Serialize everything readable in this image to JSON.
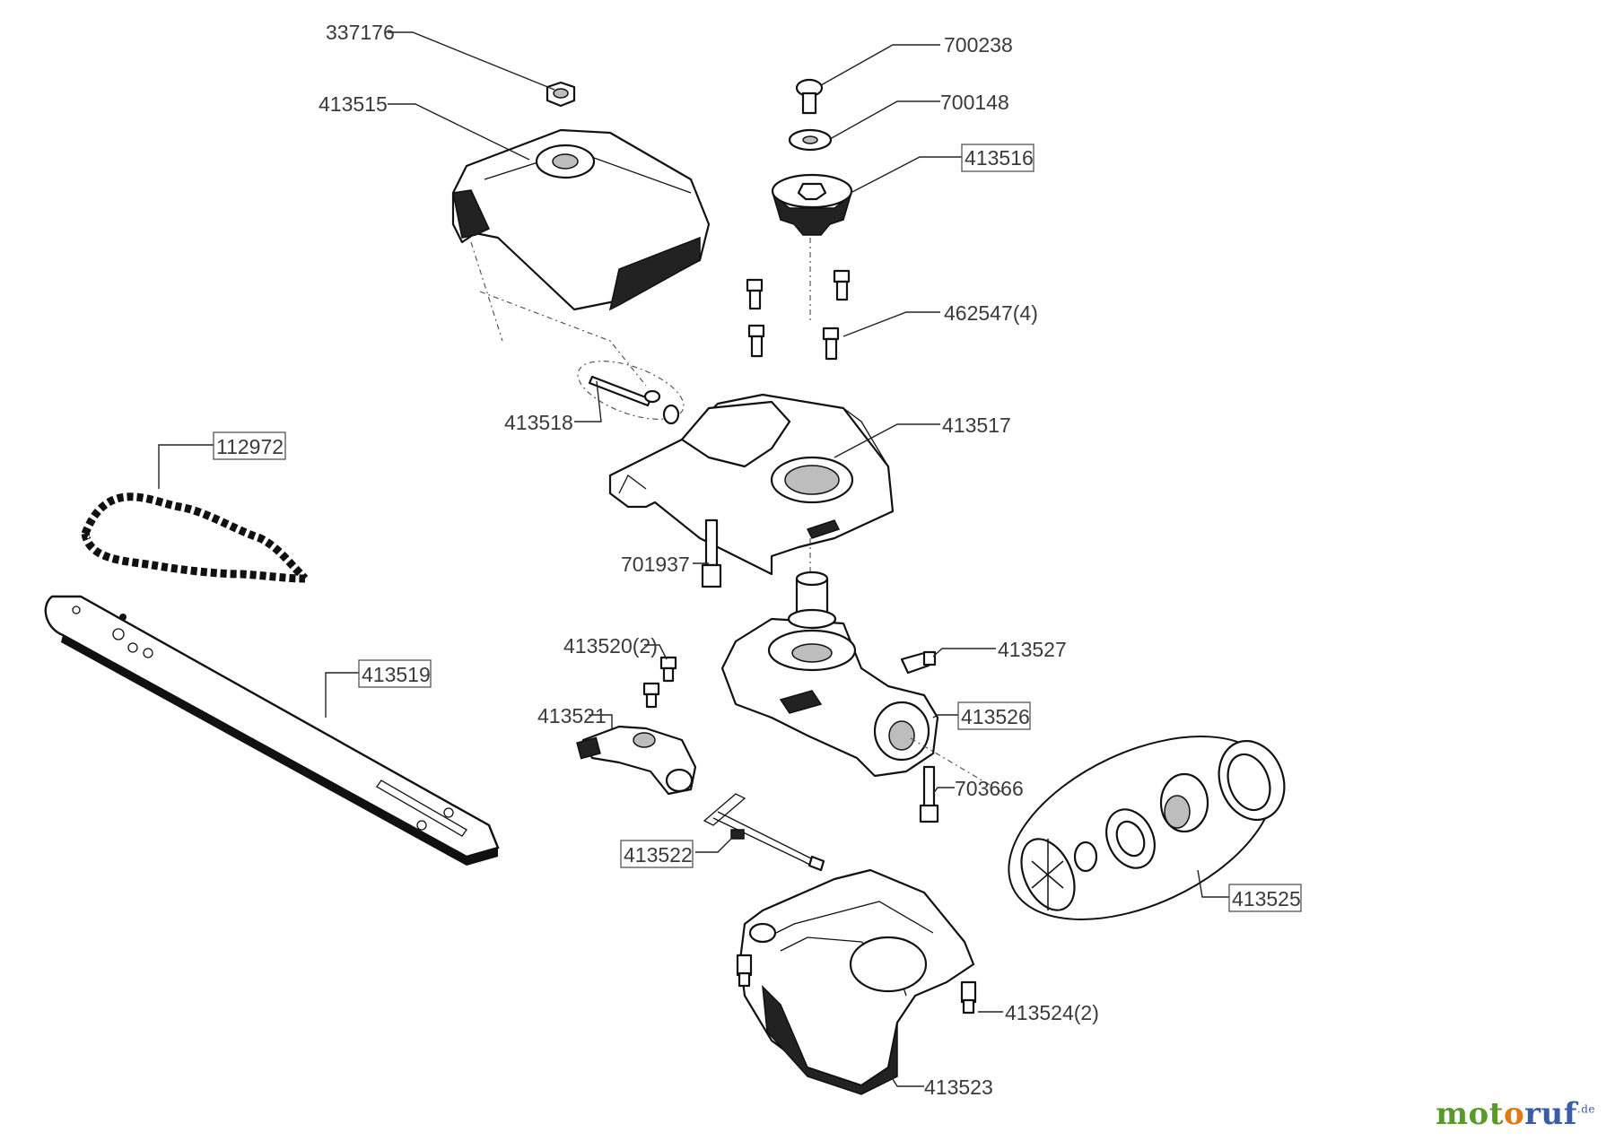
{
  "labels": {
    "p337176": "337176",
    "p413515": "413515",
    "p700238": "700238",
    "p700148": "700148",
    "p413516": "413516",
    "p462547": "462547(4)",
    "p413518": "413518",
    "p413517": "413517",
    "p112972": "112972",
    "p701937": "701937",
    "p413520": "413520(2)",
    "p413527": "413527",
    "p413519": "413519",
    "p413521": "413521",
    "p413526": "413526",
    "p703666": "703666",
    "p413522": "413522",
    "p413525": "413525",
    "p413524": "413524(2)",
    "p413523": "413523"
  },
  "brand": {
    "part1": "mot",
    "part2": "o",
    "part3": "ruf",
    "suffix": ".de",
    "colors": {
      "green": "#5a9a2a",
      "orange": "#e07818",
      "blue": "#3a5ca8"
    }
  }
}
